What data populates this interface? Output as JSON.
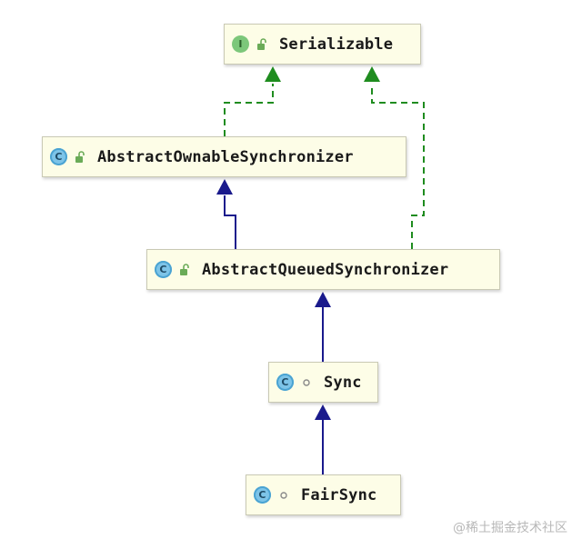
{
  "diagram": {
    "nodes": [
      {
        "id": "serializable",
        "name": "Serializable",
        "kind": "interface",
        "kind_letter": "I",
        "visibility": "public",
        "visibility_icon": "unlock-icon"
      },
      {
        "id": "aos",
        "name": "AbstractOwnableSynchronizer",
        "kind": "class",
        "kind_letter": "C",
        "visibility": "public",
        "visibility_icon": "unlock-icon"
      },
      {
        "id": "aqs",
        "name": "AbstractQueuedSynchronizer",
        "kind": "class",
        "kind_letter": "C",
        "visibility": "public",
        "visibility_icon": "unlock-icon"
      },
      {
        "id": "sync",
        "name": "Sync",
        "kind": "class",
        "kind_letter": "C",
        "visibility": "package-private",
        "visibility_icon": "circle-icon"
      },
      {
        "id": "fairsync",
        "name": "FairSync",
        "kind": "class",
        "kind_letter": "C",
        "visibility": "package-private",
        "visibility_icon": "circle-icon"
      }
    ],
    "edges": [
      {
        "from": "aos",
        "to": "serializable",
        "type": "implements",
        "style": "dashed",
        "color": "#1f8c1f"
      },
      {
        "from": "aqs",
        "to": "serializable",
        "type": "implements",
        "style": "dashed",
        "color": "#1f8c1f"
      },
      {
        "from": "aqs",
        "to": "aos",
        "type": "extends",
        "style": "solid",
        "color": "#1a1a8c"
      },
      {
        "from": "sync",
        "to": "aqs",
        "type": "extends",
        "style": "solid",
        "color": "#1a1a8c"
      },
      {
        "from": "fairsync",
        "to": "sync",
        "type": "extends",
        "style": "solid",
        "color": "#1a1a8c"
      }
    ]
  },
  "colors": {
    "node_fill": "#fdfde7",
    "node_border": "#c9c9b4",
    "implements": "#1f8c1f",
    "extends": "#1a1a8c",
    "interface_badge": "#7cc77a",
    "class_badge": "#7dc4e8"
  },
  "watermark": "@稀土掘金技术社区"
}
